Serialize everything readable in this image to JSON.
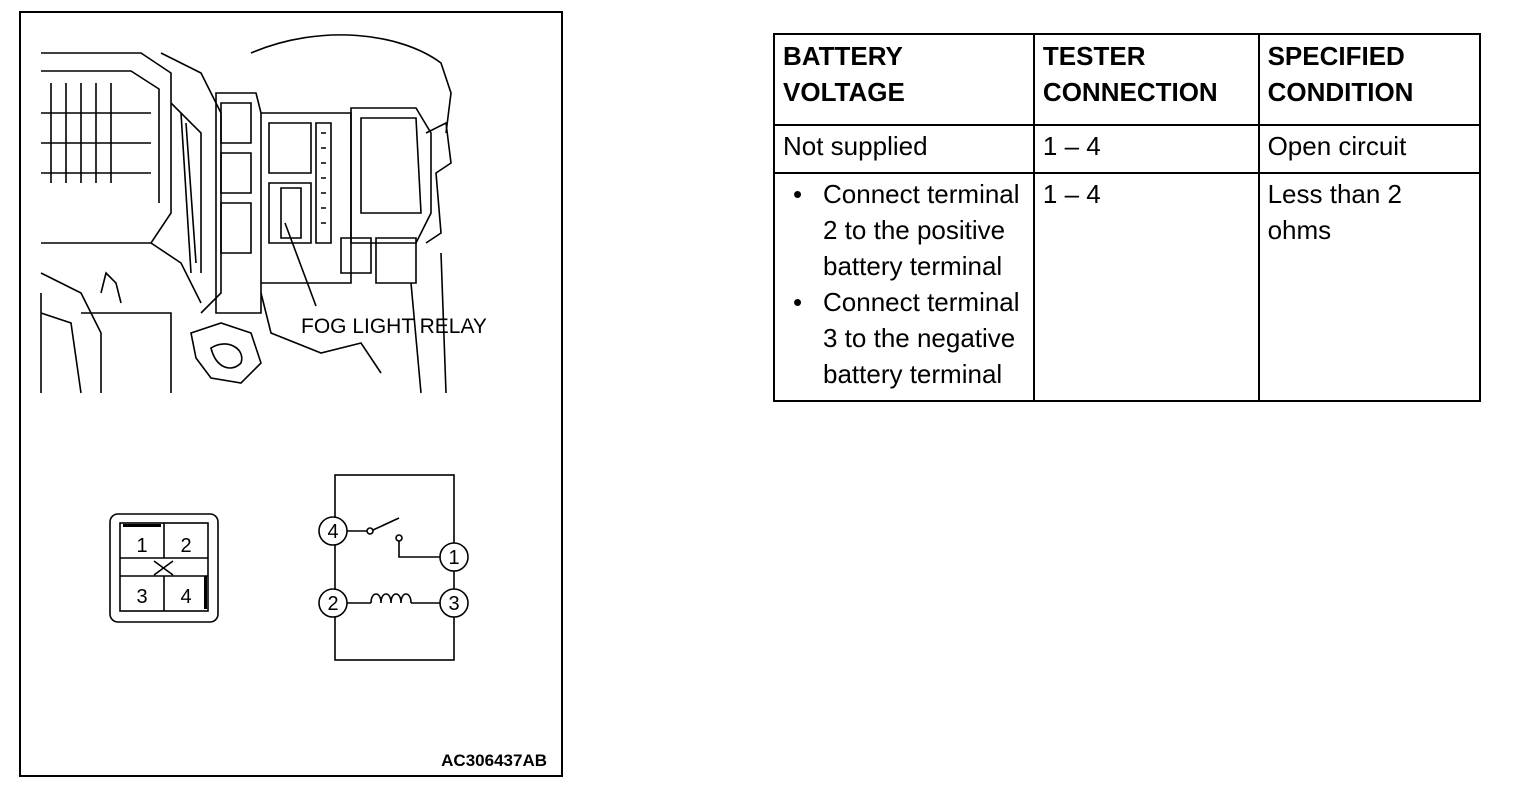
{
  "figure": {
    "callout": "FOG LIGHT RELAY",
    "id": "AC306437AB",
    "connector_pins": [
      "1",
      "2",
      "3",
      "4"
    ],
    "schematic_pins": [
      "4",
      "1",
      "2",
      "3"
    ]
  },
  "table": {
    "headers": [
      "BATTERY VOLTAGE",
      "TESTER CONNECTION",
      "SPECIFIED CONDITION"
    ],
    "rows": [
      {
        "battery": "Not supplied",
        "connection": "1 – 4",
        "condition": "Open circuit"
      },
      {
        "battery_steps": [
          "Connect terminal 2 to the positive battery terminal",
          "Connect terminal 3 to the negative battery terminal"
        ],
        "connection": "1 – 4",
        "condition": "Less than 2 ohms"
      }
    ]
  }
}
